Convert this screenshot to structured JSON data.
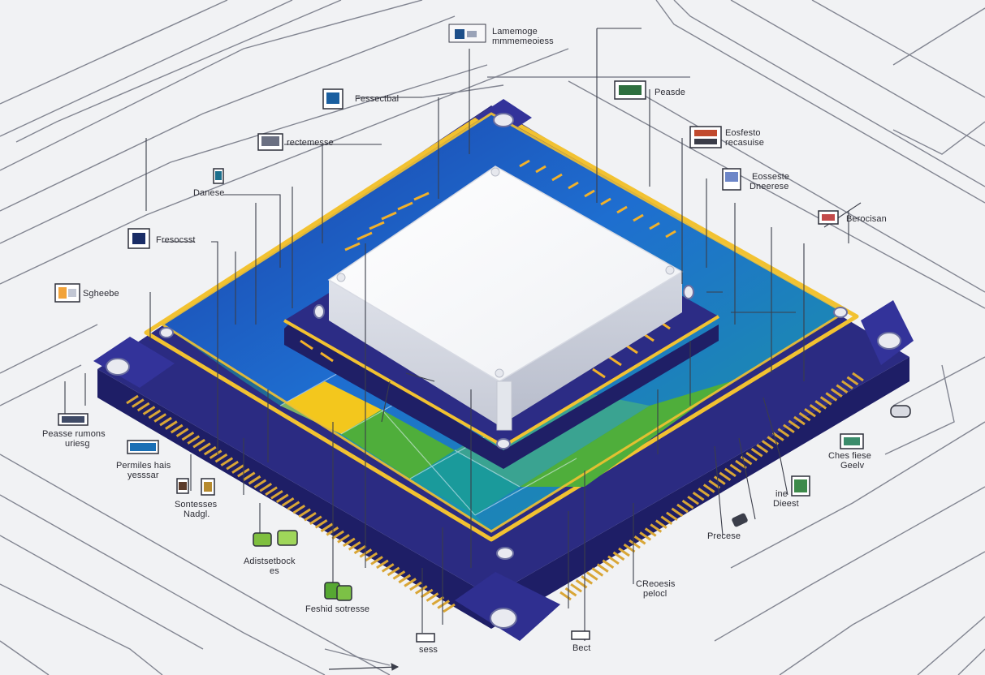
{
  "labels": {
    "top_1_line1": "Lamemoge",
    "top_1_line2": "mmmemeoiess",
    "l_fessectbal": "Fessectbal",
    "l_rectemesse": "rectemesse",
    "l_danese": "Danese",
    "l_fresocsst": "Fresocsst",
    "l_sgheebe": "Sgheebe",
    "l_peasse_1": "Peasse rumons",
    "l_peasse_2": "uriesg",
    "l_permiles_1": "Permiles hais",
    "l_permiles_2": "yesssar",
    "l_sontesses_1": "Sontesses",
    "l_sontesses_2": "Nadgl.",
    "l_adiste_1": "Adistsetbock",
    "l_adiste_2": "es",
    "l_feshid": "Feshid sotresse",
    "l_sess": "sess",
    "r_peasse": "Peasde",
    "r_eosfesto_1": "Eosfesto",
    "r_eosfesto_2": "recasuise",
    "r_eosseste_1": "Eosseste",
    "r_eosseste_2": "Dneerese",
    "r_berocisan": "Berocisan",
    "r_chestiese_1": "Ches fiese",
    "r_chestiese_2": "Geelv",
    "r_ine_1": "ine",
    "r_ine_2": "Dieest",
    "r_precese": "Precese",
    "r_caesis_1": "CReoesis",
    "r_caesis_2": "pelocl",
    "r_bect": "Bect"
  },
  "colors": {
    "background": "#f1f2f4",
    "substrate": "#2b2b82",
    "gold_trim": "#f2c231",
    "die_blue": "#1d5fc4",
    "die_teal": "#1a9a9b",
    "die_green": "#4fae3b",
    "die_orange": "#f39a1a",
    "die_yellow": "#f3c71d",
    "heat_spreader": "#f7f8fa",
    "pins": "#d9a636"
  }
}
